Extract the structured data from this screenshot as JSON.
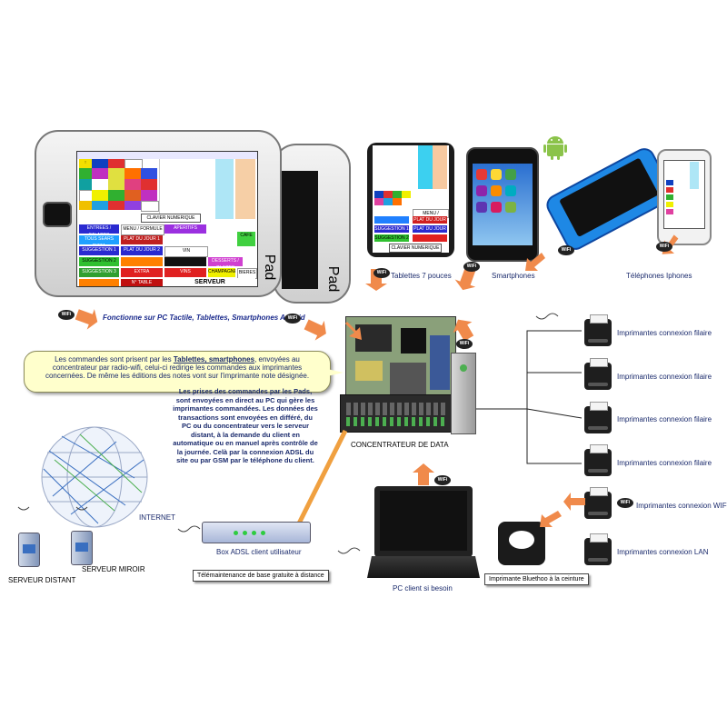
{
  "devices": {
    "pad_label_1": "Pad",
    "pad_label_2": "Pad",
    "pad_caption": "Fonctionne sur PC Tactile, Tablettes, Smartphones Andoid",
    "tablet7_label": "Tablettes 7 pouces",
    "smartphones_label": "Smartphones",
    "iphones_label": "Téléphones Iphones",
    "wifi_badge": "WiFi"
  },
  "pad_screen": {
    "clavier": "CLAVIER NUMERIQUE",
    "serveur": "SERVEUR",
    "table": "N° TABLE",
    "rows": [
      {
        "left": "ENTREES / SALADES",
        "mid": "MENU / FORMULE",
        "right": "APERITIFS"
      },
      {
        "left": "TOUS SEARS PIZZA",
        "mid": "PLAT DU JOUR 1",
        "right": "CAFE"
      },
      {
        "left": "SUGGESTION 1",
        "mid": "PLAT DU JOUR 2",
        "right": "VIN"
      },
      {
        "left": "SUGGESTION 2",
        "mid": "",
        "right": "DESSERTS / GLACES"
      },
      {
        "left": "SUGGESTION 3",
        "mid": "EXTRA",
        "right": "VINS"
      }
    ],
    "extra_right": "CHAMPAGNES",
    "extra_right2": "BIERES"
  },
  "tablet7_screen": {
    "clavier": "CLAVIER NUMERIQUE",
    "rows": [
      "MENU / FORMULE",
      "PLAT DU JOUR 1",
      "SUGGESTION 1",
      "PLAT DU JOUR 2",
      "SUGGESTION 2"
    ]
  },
  "center": {
    "concentrateur": "CONCENTRATEUR DE DATA",
    "callout": "Les commandes sont prisent par les Tablettes, smartphones, envoyées au concentrateur par radio-wifi, celui-ci redirige les commandes aux imprimantes concernées. De même les éditions des notes vont sur l'imprimante note désignée.",
    "callout_bold": "Tablettes, smartphones",
    "callout_before": "Les commandes sont prisent par les ",
    "callout_after": ", envoyées au concentrateur par radio-wifi, celui-ci redirige les commandes aux imprimantes concernées. De même les éditions des notes vont sur l'imprimante note désignée.",
    "pads_text": "Les prises des commandes par les Pads, sont envoyées en direct au PC qui gère les imprimantes commandées. Les données des transactions sont envoyées en différé, du PC ou du concentrateur vers le serveur distant, à la demande du client en automatique ou en manuel après contrôle de la journée. Celà par la connexion ADSL du site ou par GSM par le téléphone du client."
  },
  "printers": [
    {
      "label": "Imprimantes connexion filaire"
    },
    {
      "label": "Imprimantes connexion filaire"
    },
    {
      "label": "Imprimantes connexion filaire"
    },
    {
      "label": "Imprimantes connexion filaire"
    },
    {
      "label": "Imprimantes connexion WIFI"
    },
    {
      "label": "Imprimantes connexion LAN"
    }
  ],
  "bottom": {
    "internet": "INTERNET",
    "box_adsl": "Box ADSL client utilisateur",
    "serveur_distant": "SERVEUR DISTANT",
    "serveur_miroir": "SERVEUR MIROIR",
    "telemaintenance": "Télémaintenance de base gratuite à distance",
    "pc_client": "PC client si besoin",
    "bluetooth_printer": "Imprimante Bluethoo à la ceinture"
  },
  "colors": {
    "arrow": "#f08a4b",
    "callout_bg": "#ffffcc",
    "text_blue": "#1a2a6c",
    "cable": "#f0a040"
  }
}
